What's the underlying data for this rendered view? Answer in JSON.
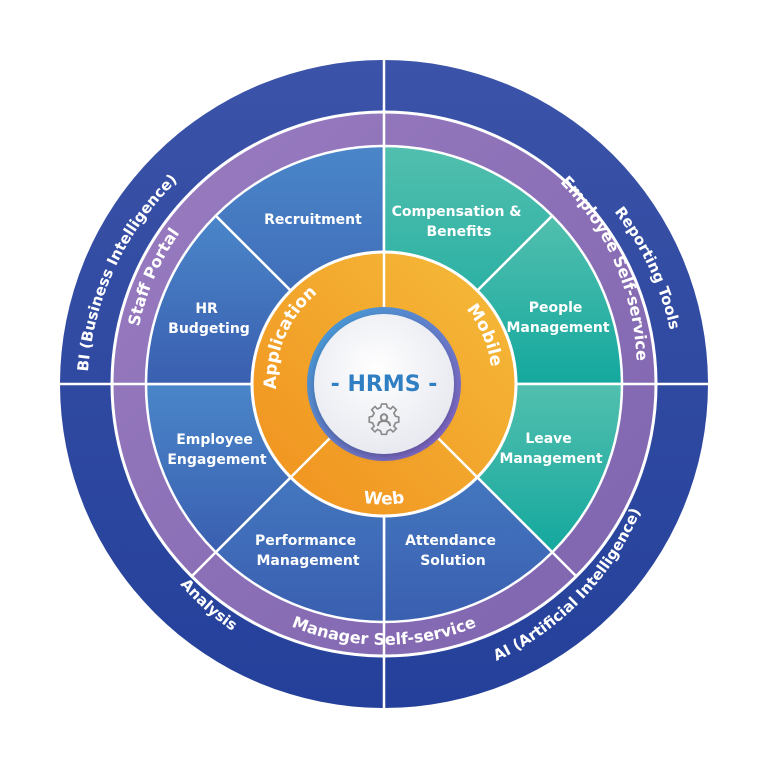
{
  "center": {
    "title": "- HRMS -",
    "icon": "gear-person-icon"
  },
  "platforms": [
    "Application",
    "Mobile",
    "Web"
  ],
  "modules": [
    {
      "lines": [
        "Recruitment"
      ]
    },
    {
      "lines": [
        "Compensation &",
        "Benefits"
      ]
    },
    {
      "lines": [
        "People",
        "Management"
      ]
    },
    {
      "lines": [
        "Leave",
        "Management"
      ]
    },
    {
      "lines": [
        "Attendance",
        "Solution"
      ]
    },
    {
      "lines": [
        "Performance",
        "Management"
      ]
    },
    {
      "lines": [
        "Employee",
        "Engagement"
      ]
    },
    {
      "lines": [
        "HR",
        "Budgeting"
      ]
    }
  ],
  "portals": [
    "Staff Portal",
    "Employee Self-service",
    "Manager Self-service"
  ],
  "tools": [
    "BI (Business Intelligence)",
    "Reporting Tools",
    "Analysis",
    "AI (Artificial Intelligence)"
  ],
  "colors": {
    "outer_ring": "#2d4da3",
    "portal_ring": "#8c70b6",
    "platform_ring": "#f2a123",
    "blue_segment": "#3f72b8",
    "teal_segment": "#27b2a2",
    "hub_text": "#2f7fc2"
  }
}
